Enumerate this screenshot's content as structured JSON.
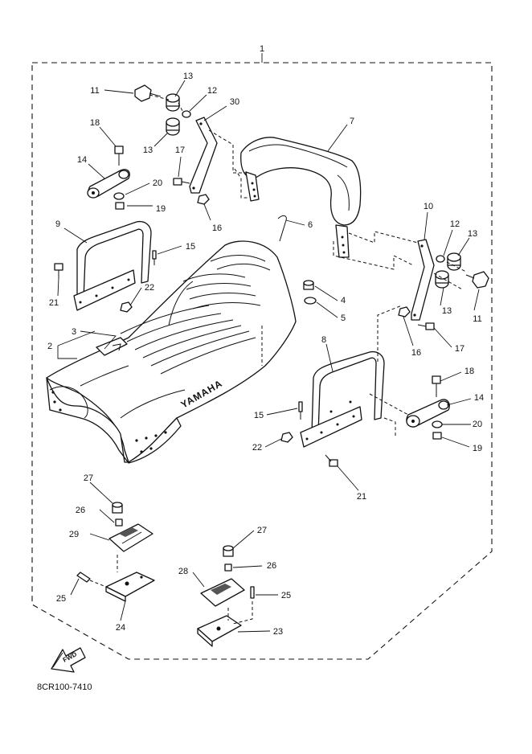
{
  "diagram": {
    "code": "8CR100-7410",
    "fwd_label": "FWD",
    "brand_text": "YAMAHA",
    "callouts": {
      "c1": "1",
      "c2": "2",
      "c3": "3",
      "c4": "4",
      "c5": "5",
      "c6": "6",
      "c7": "7",
      "c8": "8",
      "c9": "9",
      "c10": "10",
      "c11a": "11",
      "c11b": "11",
      "c12a": "12",
      "c12b": "12",
      "c13a": "13",
      "c13b": "13",
      "c13c": "13",
      "c13d": "13",
      "c14a": "14",
      "c14b": "14",
      "c15a": "15",
      "c15b": "15",
      "c16a": "16",
      "c16b": "16",
      "c17a": "17",
      "c17b": "17",
      "c18a": "18",
      "c18b": "18",
      "c19a": "19",
      "c19b": "19",
      "c20a": "20",
      "c20b": "20",
      "c21a": "21",
      "c21b": "21",
      "c22a": "22",
      "c22b": "22",
      "c23": "23",
      "c24": "24",
      "c25a": "25",
      "c25b": "25",
      "c26a": "26",
      "c26b": "26",
      "c27a": "27",
      "c27b": "27",
      "c28": "28",
      "c29": "29",
      "c30": "30"
    }
  }
}
